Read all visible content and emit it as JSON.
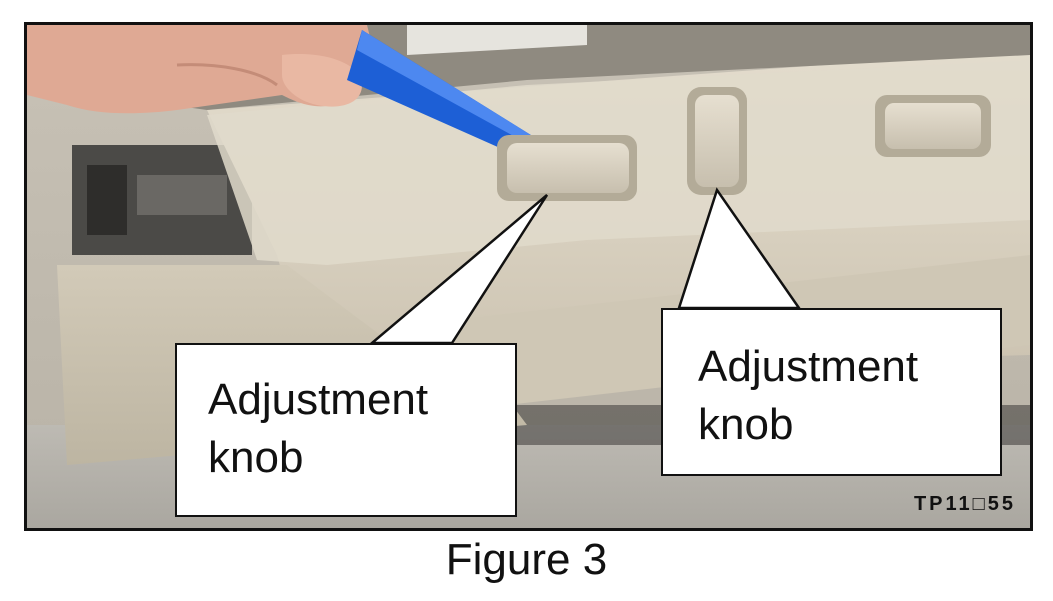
{
  "photo": {
    "callouts": [
      {
        "lines": [
          "Adjustment",
          "knob"
        ]
      },
      {
        "lines": [
          "Adjustment",
          "knob"
        ]
      }
    ],
    "code": "TP11□55"
  },
  "caption": "Figure 3"
}
